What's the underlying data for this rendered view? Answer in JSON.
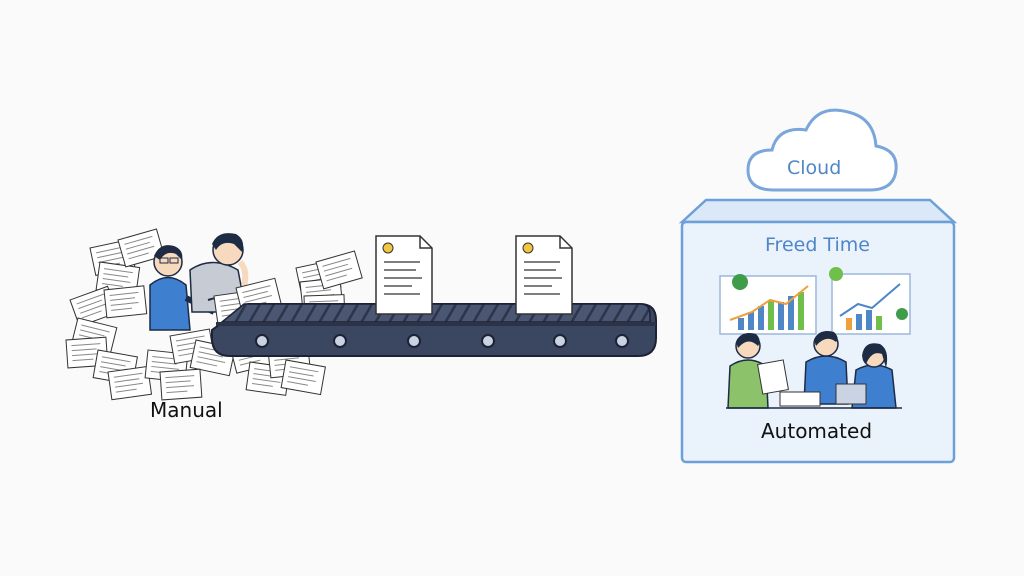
{
  "labels": {
    "manual": "Manual",
    "automated": "Automated",
    "freed_time": "Freed Time",
    "cloud": "Cloud"
  },
  "colors": {
    "belt": "#3b4660",
    "belt_dark": "#2a3348",
    "box_border": "#6d9fd8",
    "box_fill": "#eaf2fc",
    "cloud_stroke": "#7aa6db",
    "accent_blue": "#4f86c6",
    "bar_blue": "#4f86c6",
    "bar_green": "#6fbf4a",
    "bar_orange": "#f0a03a",
    "person_blue": "#3f7fd0",
    "person_green": "#8cc26a"
  }
}
